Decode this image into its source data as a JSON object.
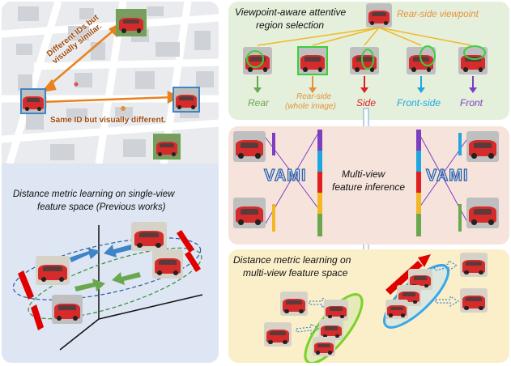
{
  "left_panel": {
    "map": {
      "annotation_different_ids": "Different IDs but\nvisually similar.",
      "annotation_same_id": "Same ID but visually different."
    },
    "metric_title_line1": "Distance metric learning on single-view",
    "metric_title_line2": "feature space (Previous works)"
  },
  "top_right": {
    "title_line1": "Viewpoint-aware attentive",
    "title_line2": "region selection",
    "input_label": "Rear-side viewpoint",
    "views": [
      {
        "label": "Rear",
        "color": "#6aa84f"
      },
      {
        "label": "Rear-side",
        "label2": "(whole image)",
        "color": "#e69138"
      },
      {
        "label": "Side",
        "color": "#e02020"
      },
      {
        "label": "Front-side",
        "color": "#1ea7e0"
      },
      {
        "label": "Front",
        "color": "#7b3fbf"
      }
    ]
  },
  "mid_right": {
    "vami_left": "VAMI",
    "vami_right": "VAMI",
    "center_line1": "Multi-view",
    "center_line2": "feature inference"
  },
  "bot_right": {
    "title_line1": "Distance metric learning  on",
    "title_line2": "multi-view feature space"
  },
  "colors": {
    "orange_text": "#e69138",
    "brown_text": "#9c4a12",
    "arrow_orange": "#e8821e",
    "flow_arrow": "#8fb3d9",
    "red_bar": "#e00000",
    "blue_arrow": "#3d85c6",
    "green_arrow": "#6aa84f"
  }
}
